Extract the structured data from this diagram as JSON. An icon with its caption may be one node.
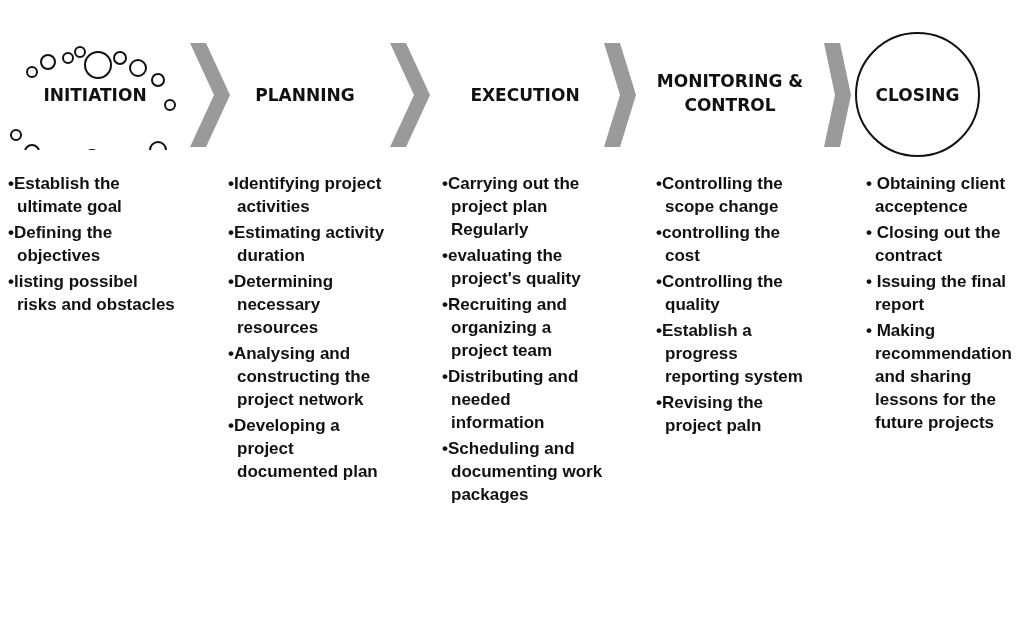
{
  "diagram": {
    "nodes": [
      {
        "text": [
          "INITIATION"
        ],
        "beside": [
          "•Establish the ultimate goal",
          "•Defining the objectives",
          "•listing possibel risks and obstacles"
        ]
      },
      {
        "text": [
          "PLANNING"
        ],
        "beside": [
          "•Identifying project activities",
          "•Estimating activity duration",
          "•Determining necessary resources",
          "•Analysing and constructing the project network",
          "•Developing a project documented plan"
        ]
      },
      {
        "text": [
          "EXECUTION"
        ],
        "beside": [
          "•Carrying out the project plan Regularly",
          "•evaluating the project's quality",
          "•Recruiting and organizing a project team",
          "•Distributing and needed information",
          "•Scheduling and documenting work packages"
        ]
      },
      {
        "text": [
          "MONITORING & CONTROL"
        ],
        "beside": [
          "•Controlling the scope change",
          "•controlling the cost",
          "•Controlling the quality",
          "•Establish a progress reporting system",
          "•Revising the project paln"
        ]
      },
      {
        "text": [
          "CLOSING"
        ],
        "beside": [
          "• Obtaining client acceptence",
          "• Closing out the contract",
          "• Issuing the final report",
          "• Making recommendation and sharing lessons for the future projects"
        ]
      }
    ],
    "edges": [
      {
        "from": 0,
        "to": 1,
        "arrow": "to"
      },
      {
        "from": 1,
        "to": 2,
        "arrow": "to"
      },
      {
        "from": 2,
        "to": 3,
        "arrow": "to"
      },
      {
        "from": 3,
        "to": 4,
        "arrow": "to"
      }
    ]
  }
}
